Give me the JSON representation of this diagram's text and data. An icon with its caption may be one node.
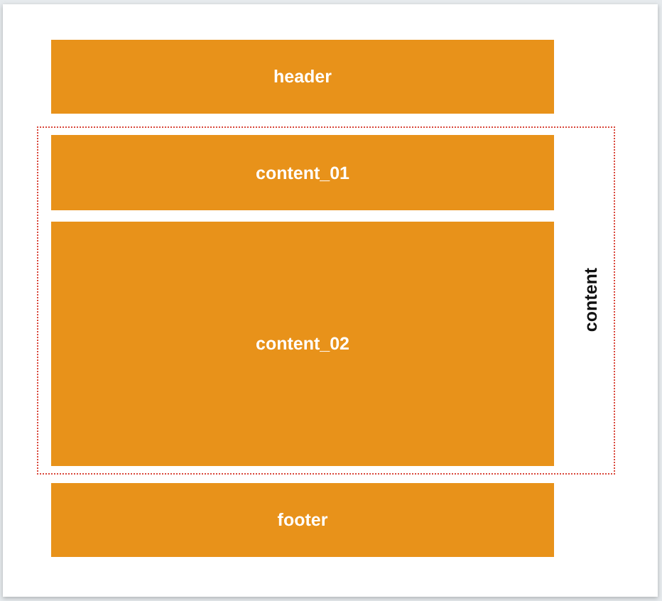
{
  "diagram": {
    "nodes": [
      {
        "text": [
          "header"
        ]
      },
      {
        "text": [
          "content"
        ]
      },
      {
        "text": [
          "content_01"
        ],
        "in": 1
      },
      {
        "text": [
          "content_02"
        ],
        "in": 1
      },
      {
        "text": [
          "footer"
        ]
      }
    ]
  }
}
